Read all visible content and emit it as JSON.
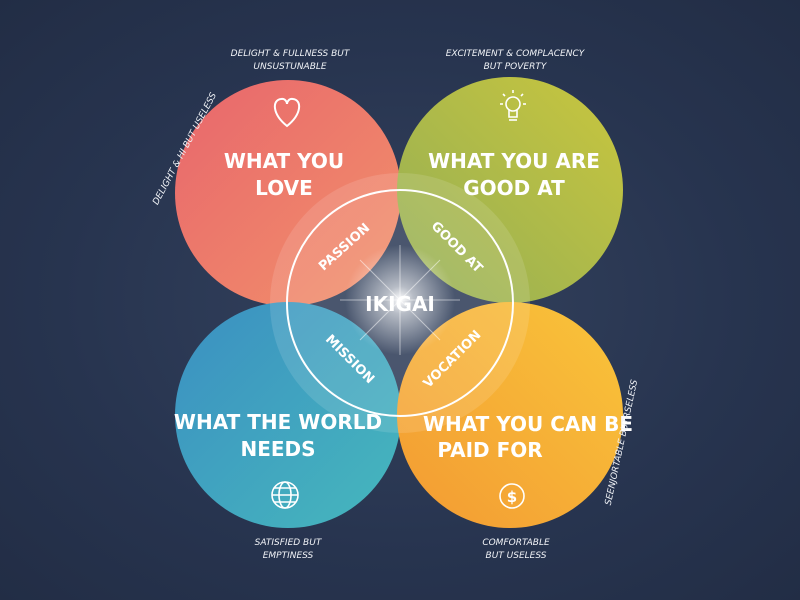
{
  "center_label": "IKIGAI",
  "circles": [
    {
      "label_line1": "WHAT YOU",
      "label_line2": "LOVE",
      "icon": "heart-icon",
      "color": "#ec7268"
    },
    {
      "label_line1": "WHAT YOU ARE",
      "label_line2": "GOOD AT",
      "icon": "lightbulb-icon",
      "color": "#b5bd47"
    },
    {
      "label_line1": "WHAT THE WORLD",
      "label_line2": "NEEDS",
      "icon": "globe-icon",
      "color": "#3a9cc0"
    },
    {
      "label_line1": "WHAT YOU CAN BE",
      "label_line2": "PAID FOR",
      "icon": "dollar-icon",
      "color": "#f7b838"
    }
  ],
  "overlaps": {
    "passion": "PASSION",
    "good_at": "GOOD AT",
    "mission": "MISSION",
    "vocation": "VOCATION"
  },
  "notes": {
    "top_left_line1": "DELIGHT & FULLNESS BUT",
    "top_left_line2": "UNSUSTUNABLE",
    "top_right_line1": "EXCITEMENT & COMPLACENCY",
    "top_right_line2": "BUT POVERTY",
    "left_arc": "DELIGHT & HI BUT USELESS",
    "right_arc": "SEENJORTABLE BUTRSELESS",
    "bottom_left_line1": "SATISFIED BUT",
    "bottom_left_line2": "EMPTINESS",
    "bottom_right_line1": "COMFORTABLE",
    "bottom_right_line2": "BUT USELESS"
  }
}
